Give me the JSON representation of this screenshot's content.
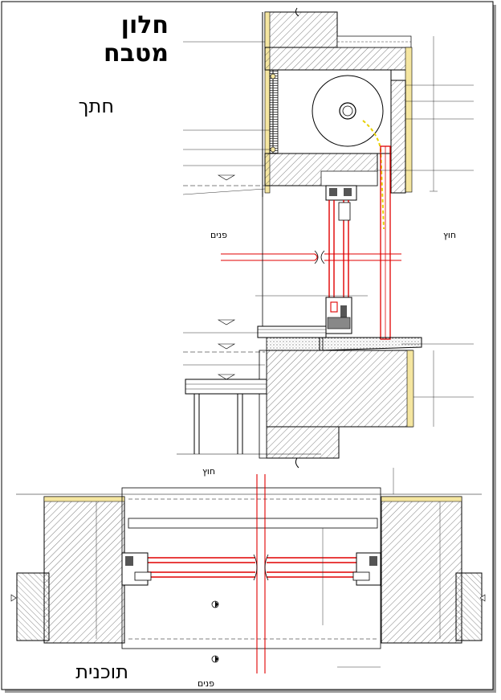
{
  "drawing": {
    "title": "חלון מטבח",
    "section_label": "חתך",
    "plan_label": "תוכנית",
    "inside_label_section": "פנים",
    "outside_label_section": "חוץ",
    "outside_label_plan": "חוץ",
    "inside_label_plan": "פנים"
  },
  "colors": {
    "border": "#000000",
    "hatch": "#555555",
    "profile_red": "#e00000",
    "insulation_yellow": "#f5e6a0",
    "dimension": "#333333"
  }
}
